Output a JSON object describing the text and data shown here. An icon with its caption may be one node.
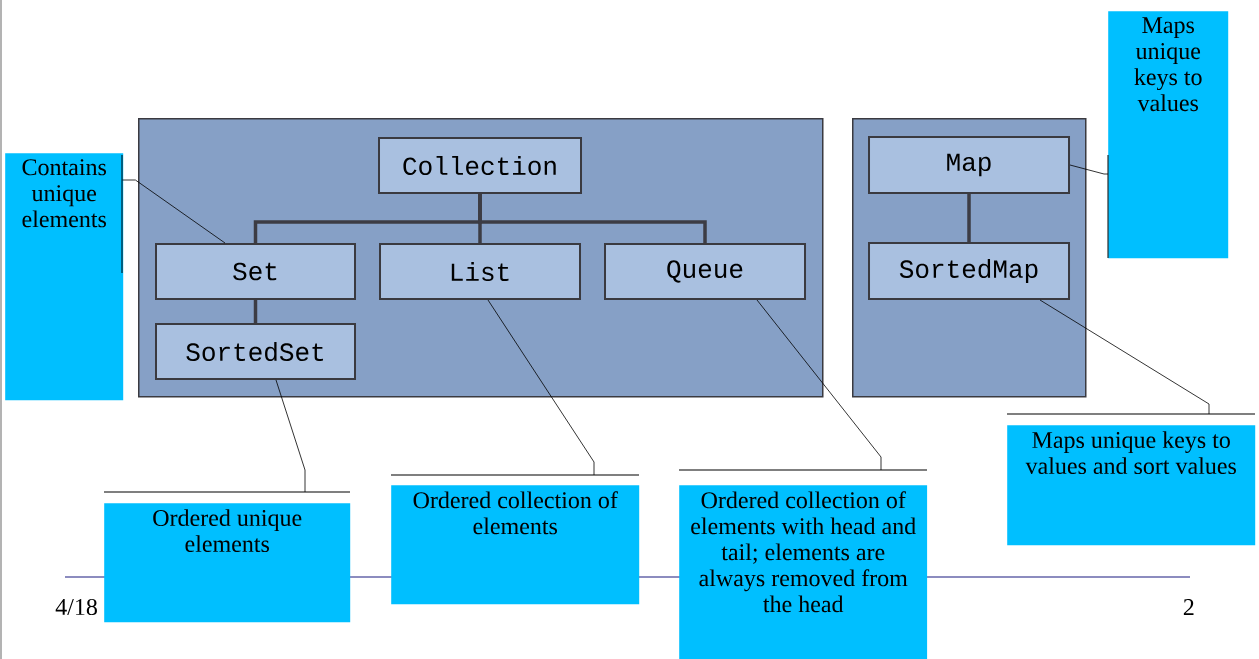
{
  "diagram": {
    "nodes": [
      {
        "text": [],
        "shape": "box"
      },
      {
        "text": [
          "Collection"
        ],
        "in": 0
      },
      {
        "text": [
          "Set"
        ],
        "in": 0
      },
      {
        "text": [
          "List"
        ],
        "in": 0
      },
      {
        "text": [
          "Queue"
        ],
        "in": 0
      },
      {
        "text": [
          "SortedSet"
        ],
        "in": 0
      },
      {
        "text": [],
        "shape": "box"
      },
      {
        "text": [
          "Map"
        ],
        "in": 6
      },
      {
        "text": [
          "SortedMap"
        ],
        "in": 6
      },
      {
        "text": [
          "Contains unique elements"
        ]
      },
      {
        "text": [
          "Ordered unique elements"
        ]
      },
      {
        "text": [
          "Ordered collection of elements"
        ]
      },
      {
        "text": [
          "Ordered collection of elements with head and tail; elements are always removed from the head"
        ]
      },
      {
        "text": [
          "Maps unique keys to values"
        ]
      },
      {
        "text": [
          "Maps unique keys to values and sort values"
        ]
      }
    ],
    "edges": [
      {
        "from": 1,
        "to": 2,
        "arrow": "none",
        "style": "thick",
        "color": "#3c3c44"
      },
      {
        "from": 1,
        "to": 3,
        "arrow": "none",
        "style": "thick",
        "color": "#3c3c44"
      },
      {
        "from": 1,
        "to": 4,
        "arrow": "none",
        "style": "thick",
        "color": "#3c3c44"
      },
      {
        "from": 2,
        "to": 5,
        "arrow": "none",
        "style": "thick",
        "color": "#3c3c44"
      },
      {
        "from": 7,
        "to": 8,
        "arrow": "none",
        "style": "thick",
        "color": "#3c3c44"
      },
      {
        "from": 9,
        "to": 2,
        "arrow": "none"
      },
      {
        "from": 10,
        "to": 5,
        "arrow": "none"
      },
      {
        "from": 11,
        "to": 3,
        "arrow": "none"
      },
      {
        "from": 12,
        "to": 4,
        "arrow": "none"
      },
      {
        "from": 13,
        "to": 7,
        "arrow": "none"
      },
      {
        "from": 14,
        "to": 8,
        "arrow": "none"
      }
    ],
    "labels": [
      "4/18",
      "2"
    ]
  }
}
